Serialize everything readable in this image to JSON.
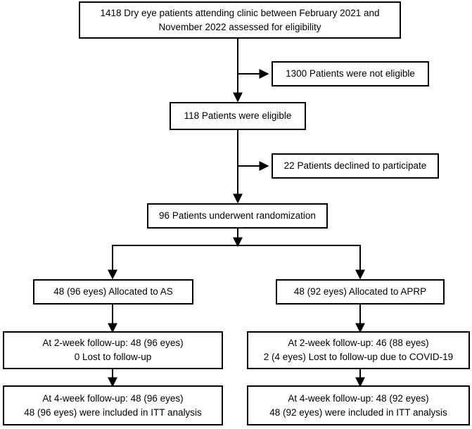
{
  "diagram": {
    "type": "consort-flow-diagram",
    "title": "CONSORT participant flow diagram",
    "stroke_color": "#000000",
    "background_color": "#ffffff",
    "nodes": [
      {
        "id": "enrollment",
        "name": "assessed-for-eligibility-box",
        "lines": [
          "1418 Dry eye patients attending clinic between February 2021 and",
          "November 2022 assessed for eligibility"
        ]
      },
      {
        "id": "not-eligible",
        "name": "not-eligible-box",
        "lines": [
          "1300 Patients were not eligible"
        ]
      },
      {
        "id": "eligible",
        "name": "eligible-box",
        "lines": [
          "118 Patients were eligible"
        ]
      },
      {
        "id": "declined",
        "name": "declined-box",
        "lines": [
          "22 Patients declined to participate"
        ]
      },
      {
        "id": "randomized",
        "name": "randomization-box",
        "lines": [
          "96 Patients underwent randomization"
        ]
      },
      {
        "id": "alloc-as",
        "name": "allocated-as-box",
        "lines": [
          "48 (96 eyes) Allocated to AS"
        ]
      },
      {
        "id": "alloc-aprp",
        "name": "allocated-aprp-box",
        "lines": [
          "48 (92 eyes) Allocated to APRP"
        ]
      },
      {
        "id": "as-2week",
        "name": "as-two-week-followup-box",
        "lines": [
          "At 2-week follow-up: 48 (96 eyes)",
          "0 Lost to follow-up"
        ]
      },
      {
        "id": "aprp-2week",
        "name": "aprp-two-week-followup-box",
        "lines": [
          "At 2-week follow-up: 46 (88 eyes)",
          "2 (4 eyes) Lost to follow-up due to COVID-19"
        ]
      },
      {
        "id": "as-4week",
        "name": "as-four-week-followup-box",
        "lines": [
          "At 4-week follow-up: 48 (96 eyes)",
          "48 (96 eyes) were included in ITT analysis"
        ]
      },
      {
        "id": "aprp-4week",
        "name": "aprp-four-week-followup-box",
        "lines": [
          "At 4-week follow-up: 48 (92 eyes)",
          "48 (92 eyes) were included in ITT analysis"
        ]
      }
    ]
  }
}
